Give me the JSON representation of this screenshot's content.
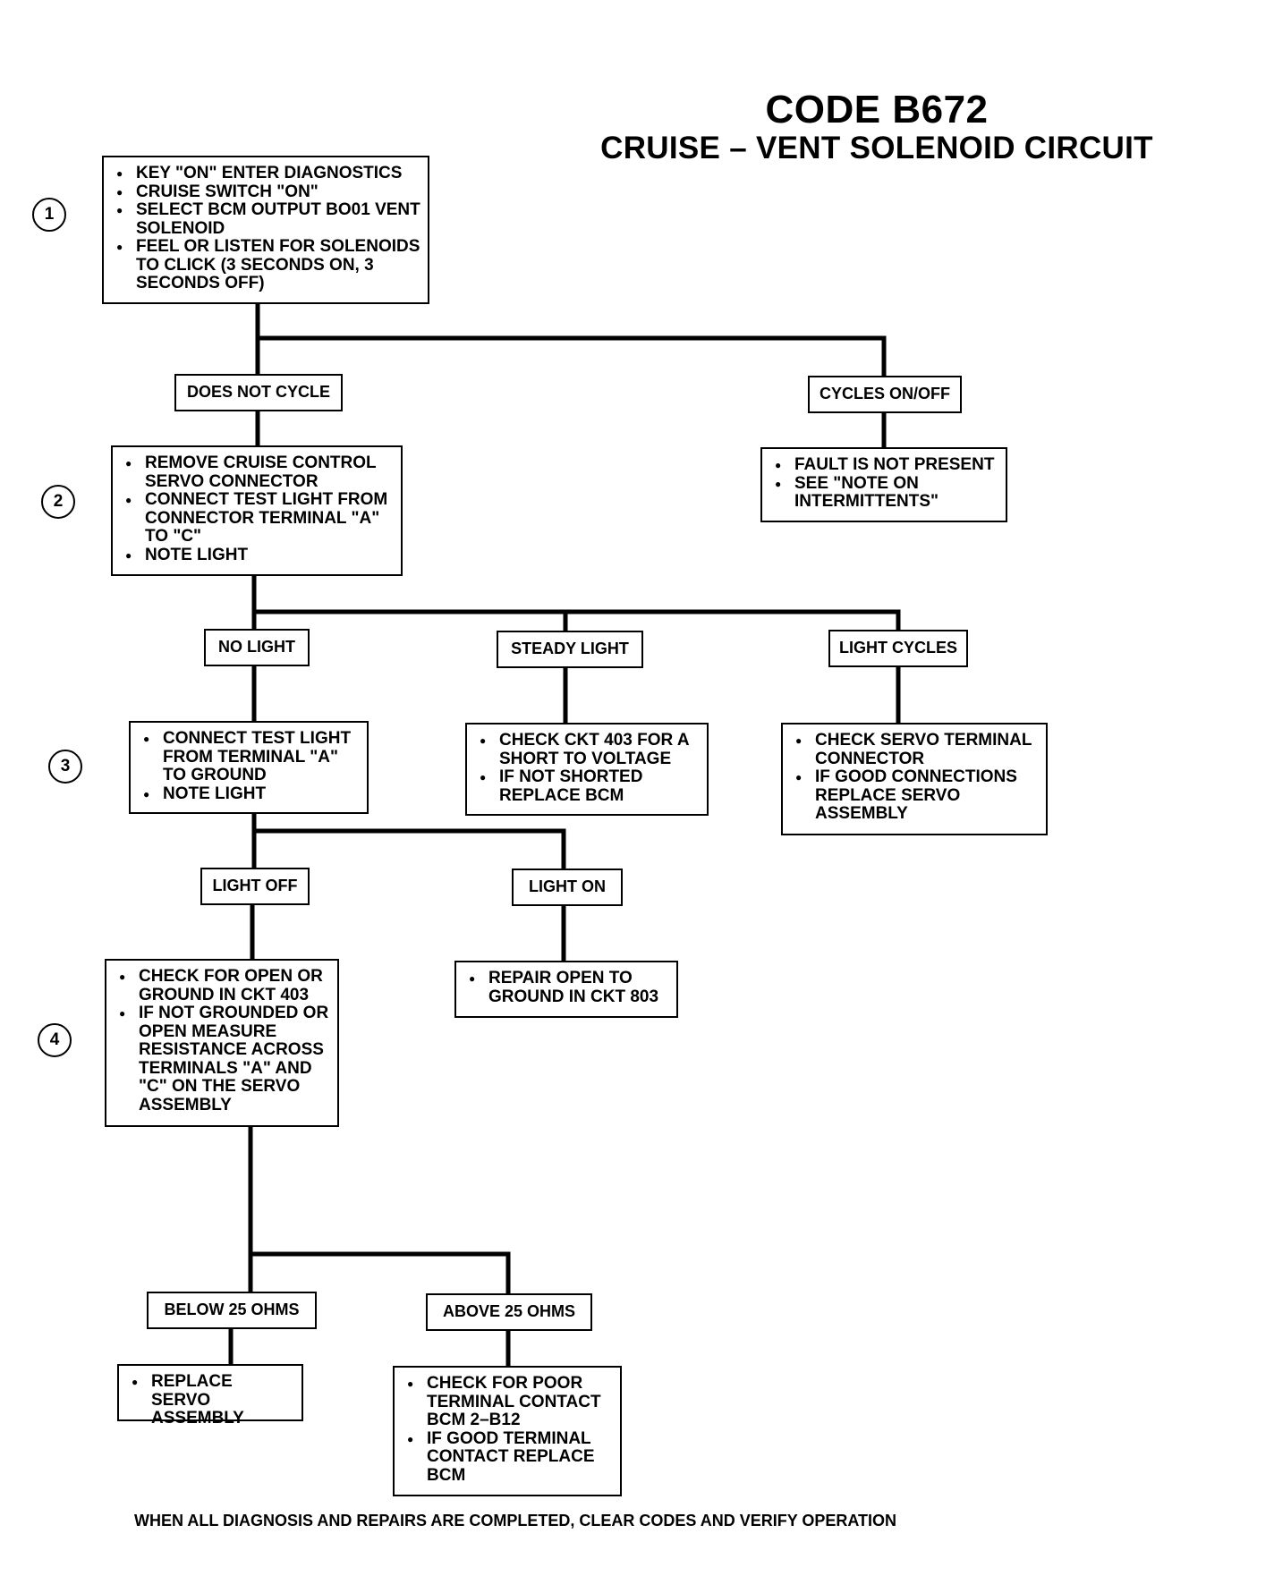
{
  "header": {
    "code": "CODE B672",
    "subtitle": "CRUISE – VENT SOLENOID CIRCUIT"
  },
  "steps": [
    "1",
    "2",
    "3",
    "4"
  ],
  "boxes": {
    "step1": [
      "KEY \"ON\" ENTER DIAGNOSTICS",
      "CRUISE SWITCH \"ON\"",
      "SELECT BCM OUTPUT BO01 VENT SOLENOID",
      "FEEL OR LISTEN FOR SOLENOIDS TO CLICK (3 SECONDS ON, 3 SECONDS OFF)"
    ],
    "step2": [
      "REMOVE CRUISE CONTROL SERVO CONNECTOR",
      "CONNECT TEST LIGHT FROM CONNECTOR TERMINAL \"A\" TO \"C\"",
      "NOTE LIGHT"
    ],
    "fault": [
      "FAULT IS NOT PRESENT",
      "SEE \"NOTE ON INTERMITTENTS\""
    ],
    "step3": [
      "CONNECT TEST LIGHT FROM TERMINAL \"A\" TO GROUND",
      "NOTE LIGHT"
    ],
    "steady": [
      "CHECK CKT 403 FOR A SHORT TO VOLTAGE",
      "IF NOT SHORTED REPLACE BCM"
    ],
    "cycles": [
      "CHECK SERVO TERMINAL CONNECTOR",
      "IF GOOD CONNECTIONS REPLACE SERVO ASSEMBLY"
    ],
    "step4": [
      "CHECK FOR OPEN OR GROUND IN CKT 403",
      "IF NOT GROUNDED OR OPEN MEASURE RESISTANCE ACROSS TERMINALS \"A\" AND \"C\" ON THE SERVO ASSEMBLY"
    ],
    "repair": [
      "REPAIR OPEN TO GROUND IN CKT 803"
    ],
    "replace": [
      "REPLACE SERVO ASSEMBLY"
    ],
    "poor": [
      "CHECK FOR POOR TERMINAL CONTACT BCM 2–B12",
      "IF GOOD TERMINAL CONTACT REPLACE BCM"
    ]
  },
  "labels": {
    "does_not_cycle": "DOES NOT CYCLE",
    "cycles_on_off": "CYCLES ON/OFF",
    "no_light": "NO LIGHT",
    "steady_light": "STEADY LIGHT",
    "light_cycles": "LIGHT CYCLES",
    "light_off": "LIGHT OFF",
    "light_on": "LIGHT ON",
    "below_25": "BELOW 25 OHMS",
    "above_25": "ABOVE 25 OHMS"
  },
  "footer": "WHEN ALL DIAGNOSIS AND REPAIRS ARE COMPLETED, CLEAR CODES AND VERIFY OPERATION"
}
